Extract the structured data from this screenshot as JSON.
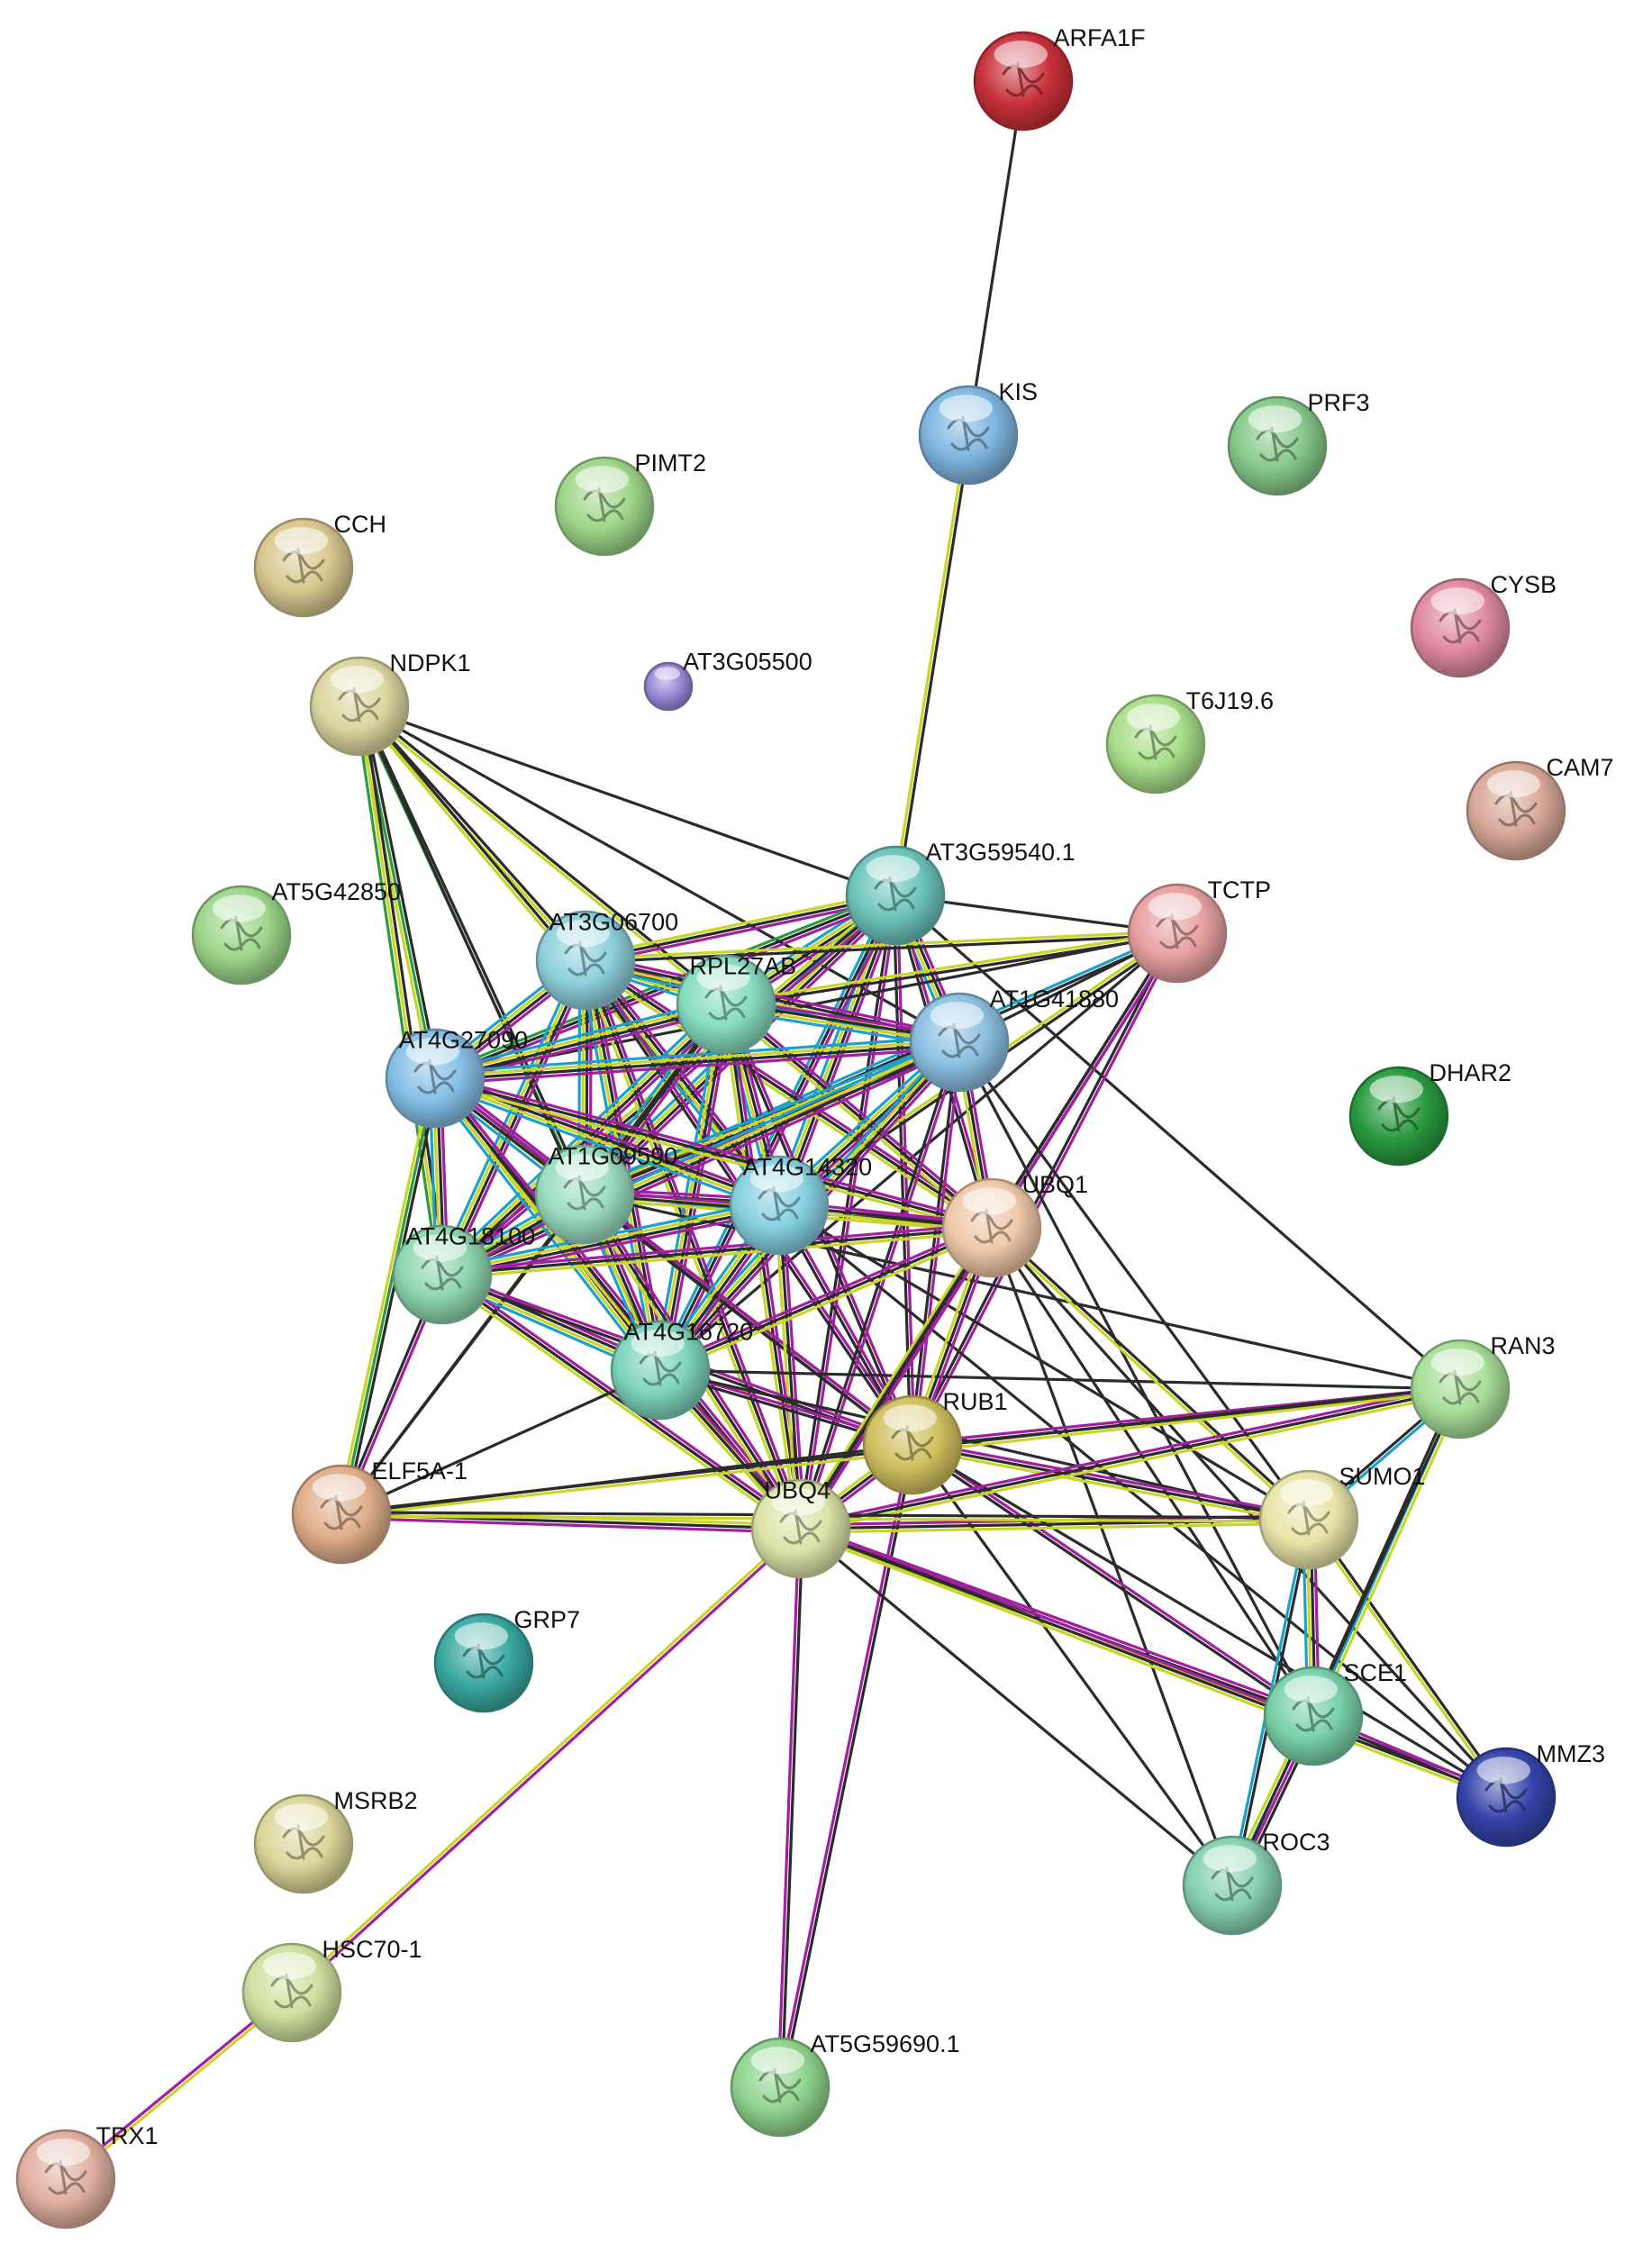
{
  "network": {
    "nodes": [
      {
        "id": "ARFA1F",
        "label": "ARFA1F",
        "color": "#c8303a"
      },
      {
        "id": "KIS",
        "label": "KIS",
        "color": "#7fb6e0"
      },
      {
        "id": "PRF3",
        "label": "PRF3",
        "color": "#86c98a"
      },
      {
        "id": "PIMT2",
        "label": "PIMT2",
        "color": "#9fd68a"
      },
      {
        "id": "CCH",
        "label": "CCH",
        "color": "#d8c890"
      },
      {
        "id": "CYSB",
        "label": "CYSB",
        "color": "#e08aa0"
      },
      {
        "id": "NDPK1",
        "label": "NDPK1",
        "color": "#dcd6a0"
      },
      {
        "id": "AT3G05500",
        "label": "AT3G05500",
        "color": "#9a86d6"
      },
      {
        "id": "T6J19.6",
        "label": "T6J19.6",
        "color": "#a8de8a"
      },
      {
        "id": "CAM7",
        "label": "CAM7",
        "color": "#d8a898"
      },
      {
        "id": "AT5G42850",
        "label": "AT5G42850",
        "color": "#9cd68a"
      },
      {
        "id": "AT3G59540.1",
        "label": "AT3G59540.1",
        "color": "#6cc4bc"
      },
      {
        "id": "TCTP",
        "label": "TCTP",
        "color": "#e8a0a0"
      },
      {
        "id": "AT3G06700",
        "label": "AT3G06700",
        "color": "#8ed0dc"
      },
      {
        "id": "RPL27AB",
        "label": "RPL27AB",
        "color": "#86dcc0"
      },
      {
        "id": "AT1G41880",
        "label": "AT1G41880",
        "color": "#8cc0e2"
      },
      {
        "id": "AT4G27090",
        "label": "AT4G27090",
        "color": "#86bfe6"
      },
      {
        "id": "DHAR2",
        "label": "DHAR2",
        "color": "#2a9a40"
      },
      {
        "id": "AT1G09590",
        "label": "AT1G09590",
        "color": "#9adcc0"
      },
      {
        "id": "AT4G14320",
        "label": "AT4G14320",
        "color": "#86d0e0"
      },
      {
        "id": "UBQ1",
        "label": "UBQ1",
        "color": "#f0c8a8"
      },
      {
        "id": "AT4G18100",
        "label": "AT4G18100",
        "color": "#8ed6ae"
      },
      {
        "id": "AT4G16720",
        "label": "AT4G16720",
        "color": "#7ed4bc"
      },
      {
        "id": "RAN3",
        "label": "RAN3",
        "color": "#a8de98"
      },
      {
        "id": "RUB1",
        "label": "RUB1",
        "color": "#d0c060"
      },
      {
        "id": "ELF5A-1",
        "label": "ELF5A-1",
        "color": "#e0ae8a"
      },
      {
        "id": "UBQ4",
        "label": "UBQ4",
        "color": "#dce4a8"
      },
      {
        "id": "SUMO1",
        "label": "SUMO1",
        "color": "#e8e4a8"
      },
      {
        "id": "GRP7",
        "label": "GRP7",
        "color": "#3aa8a0"
      },
      {
        "id": "SCE1",
        "label": "SCE1",
        "color": "#78d0a8"
      },
      {
        "id": "MMZ3",
        "label": "MMZ3",
        "color": "#3444a8"
      },
      {
        "id": "MSRB2",
        "label": "MSRB2",
        "color": "#dcd69a"
      },
      {
        "id": "ROC3",
        "label": "ROC3",
        "color": "#86d0b0"
      },
      {
        "id": "HSC70-1",
        "label": "HSC70-1",
        "color": "#d0e0a0"
      },
      {
        "id": "AT5G59690.1",
        "label": "AT5G59690.1",
        "color": "#90d48e"
      },
      {
        "id": "TRX1",
        "label": "TRX1",
        "color": "#e0b0a0"
      }
    ],
    "edges": [
      [
        "ARFA1F",
        "KIS",
        "k"
      ],
      [
        "KIS",
        "AT3G59540.1",
        "ky"
      ],
      [
        "HSC70-1",
        "TRX1",
        "ym"
      ],
      [
        "HSC70-1",
        "UBQ4",
        "ym"
      ],
      [
        "AT5G59690.1",
        "UBQ4",
        "mk"
      ],
      [
        "AT5G59690.1",
        "RUB1",
        "mk"
      ],
      [
        "NDPK1",
        "AT4G27090",
        "kgy"
      ],
      [
        "NDPK1",
        "AT3G06700",
        "ky"
      ],
      [
        "NDPK1",
        "RPL27AB",
        "ky"
      ],
      [
        "NDPK1",
        "AT1G09590",
        "kg"
      ],
      [
        "NDPK1",
        "AT4G18100",
        "kyg"
      ],
      [
        "NDPK1",
        "AT3G59540.1",
        "k"
      ],
      [
        "NDPK1",
        "AT1G41880",
        "k"
      ],
      [
        "NDPK1",
        "AT4G14320",
        "ky"
      ],
      [
        "NDPK1",
        "AT4G16720",
        "k"
      ],
      [
        "AT3G59540.1",
        "AT3G06700",
        "mky"
      ],
      [
        "AT3G59540.1",
        "RPL27AB",
        "mkyc"
      ],
      [
        "AT3G59540.1",
        "AT1G41880",
        "mkyc"
      ],
      [
        "AT3G59540.1",
        "TCTP",
        "k"
      ],
      [
        "AT3G59540.1",
        "AT4G27090",
        "mkg"
      ],
      [
        "AT3G59540.1",
        "AT1G09590",
        "mkyc"
      ],
      [
        "AT3G59540.1",
        "AT4G14320",
        "mkyc"
      ],
      [
        "AT3G59540.1",
        "UBQ1",
        "mk"
      ],
      [
        "AT3G59540.1",
        "AT4G18100",
        "mky"
      ],
      [
        "AT3G59540.1",
        "AT4G16720",
        "mkc"
      ],
      [
        "AT3G59540.1",
        "RUB1",
        "mk"
      ],
      [
        "AT3G59540.1",
        "UBQ4",
        "mk"
      ],
      [
        "AT3G59540.1",
        "RAN3",
        "k"
      ],
      [
        "TCTP",
        "AT3G06700",
        "ky"
      ],
      [
        "TCTP",
        "RPL27AB",
        "ky"
      ],
      [
        "TCTP",
        "AT1G41880",
        "k"
      ],
      [
        "TCTP",
        "AT4G27090",
        "k"
      ],
      [
        "TCTP",
        "AT1G09590",
        "kc"
      ],
      [
        "TCTP",
        "AT4G14320",
        "ky"
      ],
      [
        "TCTP",
        "UBQ1",
        "mk"
      ],
      [
        "TCTP",
        "AT4G16720",
        "k"
      ],
      [
        "TCTP",
        "RUB1",
        "mk"
      ],
      [
        "TCTP",
        "UBQ4",
        "mk"
      ],
      [
        "AT3G06700",
        "RPL27AB",
        "mkyc"
      ],
      [
        "AT3G06700",
        "AT1G41880",
        "mkyc"
      ],
      [
        "AT3G06700",
        "AT4G27090",
        "mkyc"
      ],
      [
        "AT3G06700",
        "AT1G09590",
        "mkyc"
      ],
      [
        "AT3G06700",
        "AT4G14320",
        "mkyc"
      ],
      [
        "AT3G06700",
        "AT4G18100",
        "mkyc"
      ],
      [
        "AT3G06700",
        "AT4G16720",
        "mkyc"
      ],
      [
        "AT3G06700",
        "UBQ1",
        "mky"
      ],
      [
        "AT3G06700",
        "RUB1",
        "mk"
      ],
      [
        "AT3G06700",
        "UBQ4",
        "mky"
      ],
      [
        "RPL27AB",
        "AT1G41880",
        "mkyc"
      ],
      [
        "RPL27AB",
        "AT4G27090",
        "mkyc"
      ],
      [
        "RPL27AB",
        "AT1G09590",
        "mkyc"
      ],
      [
        "RPL27AB",
        "AT4G14320",
        "mkyc"
      ],
      [
        "RPL27AB",
        "AT4G18100",
        "mkyc"
      ],
      [
        "RPL27AB",
        "AT4G16720",
        "mkyc"
      ],
      [
        "RPL27AB",
        "UBQ1",
        "mky"
      ],
      [
        "RPL27AB",
        "RUB1",
        "mk"
      ],
      [
        "RPL27AB",
        "UBQ4",
        "mky"
      ],
      [
        "RPL27AB",
        "ELF5A-1",
        "k"
      ],
      [
        "AT1G41880",
        "AT4G27090",
        "mkyc"
      ],
      [
        "AT1G41880",
        "AT1G09590",
        "mkyc"
      ],
      [
        "AT1G41880",
        "AT4G14320",
        "mkyc"
      ],
      [
        "AT1G41880",
        "AT4G18100",
        "mkyc"
      ],
      [
        "AT1G41880",
        "AT4G16720",
        "mkyc"
      ],
      [
        "AT1G41880",
        "UBQ1",
        "mky"
      ],
      [
        "AT1G41880",
        "RUB1",
        "mk"
      ],
      [
        "AT1G41880",
        "UBQ4",
        "mk"
      ],
      [
        "AT1G41880",
        "SUMO1",
        "k"
      ],
      [
        "AT1G41880",
        "SCE1",
        "k"
      ],
      [
        "AT4G27090",
        "AT1G09590",
        "mkyc"
      ],
      [
        "AT4G27090",
        "AT4G14320",
        "mkyc"
      ],
      [
        "AT4G27090",
        "AT4G18100",
        "mkyc"
      ],
      [
        "AT4G27090",
        "AT4G16720",
        "mkyc"
      ],
      [
        "AT4G27090",
        "UBQ1",
        "mky"
      ],
      [
        "AT4G27090",
        "RUB1",
        "mk"
      ],
      [
        "AT4G27090",
        "UBQ4",
        "mky"
      ],
      [
        "AT4G27090",
        "ELF5A-1",
        "kgy"
      ],
      [
        "AT1G09590",
        "AT4G14320",
        "mkyc"
      ],
      [
        "AT1G09590",
        "AT4G18100",
        "mkyc"
      ],
      [
        "AT1G09590",
        "AT4G16720",
        "mkyc"
      ],
      [
        "AT1G09590",
        "UBQ1",
        "mky"
      ],
      [
        "AT1G09590",
        "RUB1",
        "mk"
      ],
      [
        "AT1G09590",
        "UBQ4",
        "mky"
      ],
      [
        "AT1G09590",
        "ELF5A-1",
        "k"
      ],
      [
        "AT1G09590",
        "RAN3",
        "k"
      ],
      [
        "AT4G14320",
        "AT4G18100",
        "mkyc"
      ],
      [
        "AT4G14320",
        "AT4G16720",
        "mkyc"
      ],
      [
        "AT4G14320",
        "UBQ1",
        "mky"
      ],
      [
        "AT4G14320",
        "RUB1",
        "mk"
      ],
      [
        "AT4G14320",
        "UBQ4",
        "mky"
      ],
      [
        "AT4G14320",
        "SUMO1",
        "k"
      ],
      [
        "AT4G14320",
        "MMZ3",
        "k"
      ],
      [
        "AT4G18100",
        "AT4G16720",
        "mkyc"
      ],
      [
        "AT4G18100",
        "UBQ1",
        "mky"
      ],
      [
        "AT4G18100",
        "RUB1",
        "mk"
      ],
      [
        "AT4G18100",
        "UBQ4",
        "mky"
      ],
      [
        "AT4G18100",
        "ELF5A-1",
        "mk"
      ],
      [
        "AT4G16720",
        "UBQ1",
        "mky"
      ],
      [
        "AT4G16720",
        "RUB1",
        "mk"
      ],
      [
        "AT4G16720",
        "UBQ4",
        "mky"
      ],
      [
        "AT4G16720",
        "ELF5A-1",
        "k"
      ],
      [
        "AT4G16720",
        "SUMO1",
        "k"
      ],
      [
        "AT4G16720",
        "RAN3",
        "k"
      ],
      [
        "UBQ1",
        "RUB1",
        "mky"
      ],
      [
        "UBQ1",
        "UBQ4",
        "mky"
      ],
      [
        "UBQ1",
        "SUMO1",
        "ky"
      ],
      [
        "UBQ1",
        "SCE1",
        "k"
      ],
      [
        "UBQ1",
        "ROC3",
        "k"
      ],
      [
        "UBQ1",
        "MMZ3",
        "k"
      ],
      [
        "RUB1",
        "UBQ4",
        "mky"
      ],
      [
        "RUB1",
        "SUMO1",
        "mky"
      ],
      [
        "RUB1",
        "SCE1",
        "mk"
      ],
      [
        "RUB1",
        "RAN3",
        "mk"
      ],
      [
        "RUB1",
        "ROC3",
        "k"
      ],
      [
        "RUB1",
        "MMZ3",
        "k"
      ],
      [
        "RUB1",
        "ELF5A-1",
        "k"
      ],
      [
        "UBQ4",
        "ELF5A-1",
        "mky"
      ],
      [
        "UBQ4",
        "SUMO1",
        "mky"
      ],
      [
        "UBQ4",
        "SCE1",
        "mky"
      ],
      [
        "UBQ4",
        "RAN3",
        "mky"
      ],
      [
        "UBQ4",
        "MMZ3",
        "mky"
      ],
      [
        "UBQ4",
        "ROC3",
        "k"
      ],
      [
        "ELF5A-1",
        "RAN3",
        "ky"
      ],
      [
        "ELF5A-1",
        "SUMO1",
        "ky"
      ],
      [
        "SUMO1",
        "RAN3",
        "kc"
      ],
      [
        "SUMO1",
        "SCE1",
        "mkyc"
      ],
      [
        "SUMO1",
        "ROC3",
        "kc"
      ],
      [
        "SUMO1",
        "MMZ3",
        "ky"
      ],
      [
        "SCE1",
        "RAN3",
        "kcy"
      ],
      [
        "SCE1",
        "ROC3",
        "kmcy"
      ],
      [
        "SCE1",
        "MMZ3",
        "mk"
      ],
      [
        "RAN3",
        "ROC3",
        "k"
      ]
    ]
  },
  "edge_colors": {
    "k": "#2b2b2b",
    "m": "#a020a0",
    "y": "#c8d62a",
    "c": "#1ea0c8",
    "g": "#2e9a40"
  }
}
